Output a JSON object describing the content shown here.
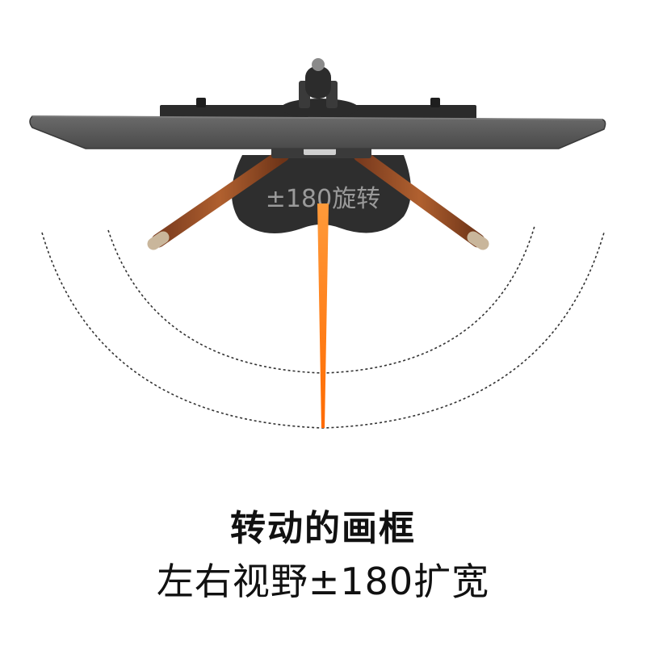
{
  "product": {
    "rotation_label": "±180旋转"
  },
  "caption": {
    "title": "转动的画框",
    "subtitle": "左右视野±180扩宽"
  },
  "colors": {
    "background": "#ffffff",
    "panel_top": "#5e5e5e",
    "panel_edge": "#3a3a3a",
    "base": "#2e2e2e",
    "leg_wood": "#a0522d",
    "leg_tip": "#c9b69b",
    "pointer": "#ff7a1a",
    "arc": "#333333",
    "caption_text": "#111111",
    "label_text": "#9a9a9a"
  },
  "icons": {
    "pointer": "rotation-pointer-icon",
    "arc_inner": "inner-rotation-arc-icon",
    "arc_outer": "outer-rotation-arc-icon"
  }
}
